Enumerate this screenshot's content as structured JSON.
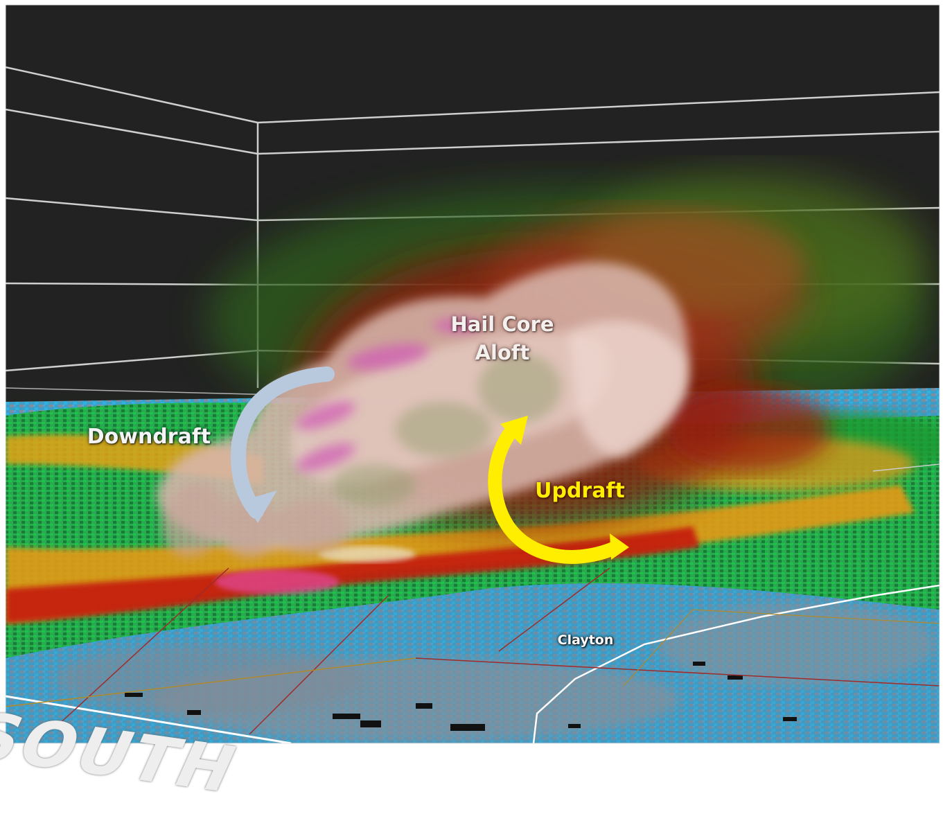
{
  "annotations": {
    "hail_core": {
      "line1": "Hail Core",
      "line2": "Aloft",
      "color": "#f4f0ee"
    },
    "downdraft": {
      "label": "Downdraft",
      "color": "#f2f4f6"
    },
    "updraft": {
      "label": "Updraft",
      "color": "#ffee00"
    }
  },
  "map": {
    "city_label": "Clayton",
    "region_label": "SOUTH"
  },
  "colors": {
    "background": "#222222",
    "grid_lines": "#cfcfcf",
    "downdraft_arrow": "#b9c9dd",
    "updraft_arrow": "#ffee00",
    "reflectivity_low": "#3aa8d4",
    "reflectivity_mid": "#2fb84a",
    "reflectivity_high": "#e8a020",
    "reflectivity_core": "#c41a12",
    "hail": "#d98fb6"
  }
}
